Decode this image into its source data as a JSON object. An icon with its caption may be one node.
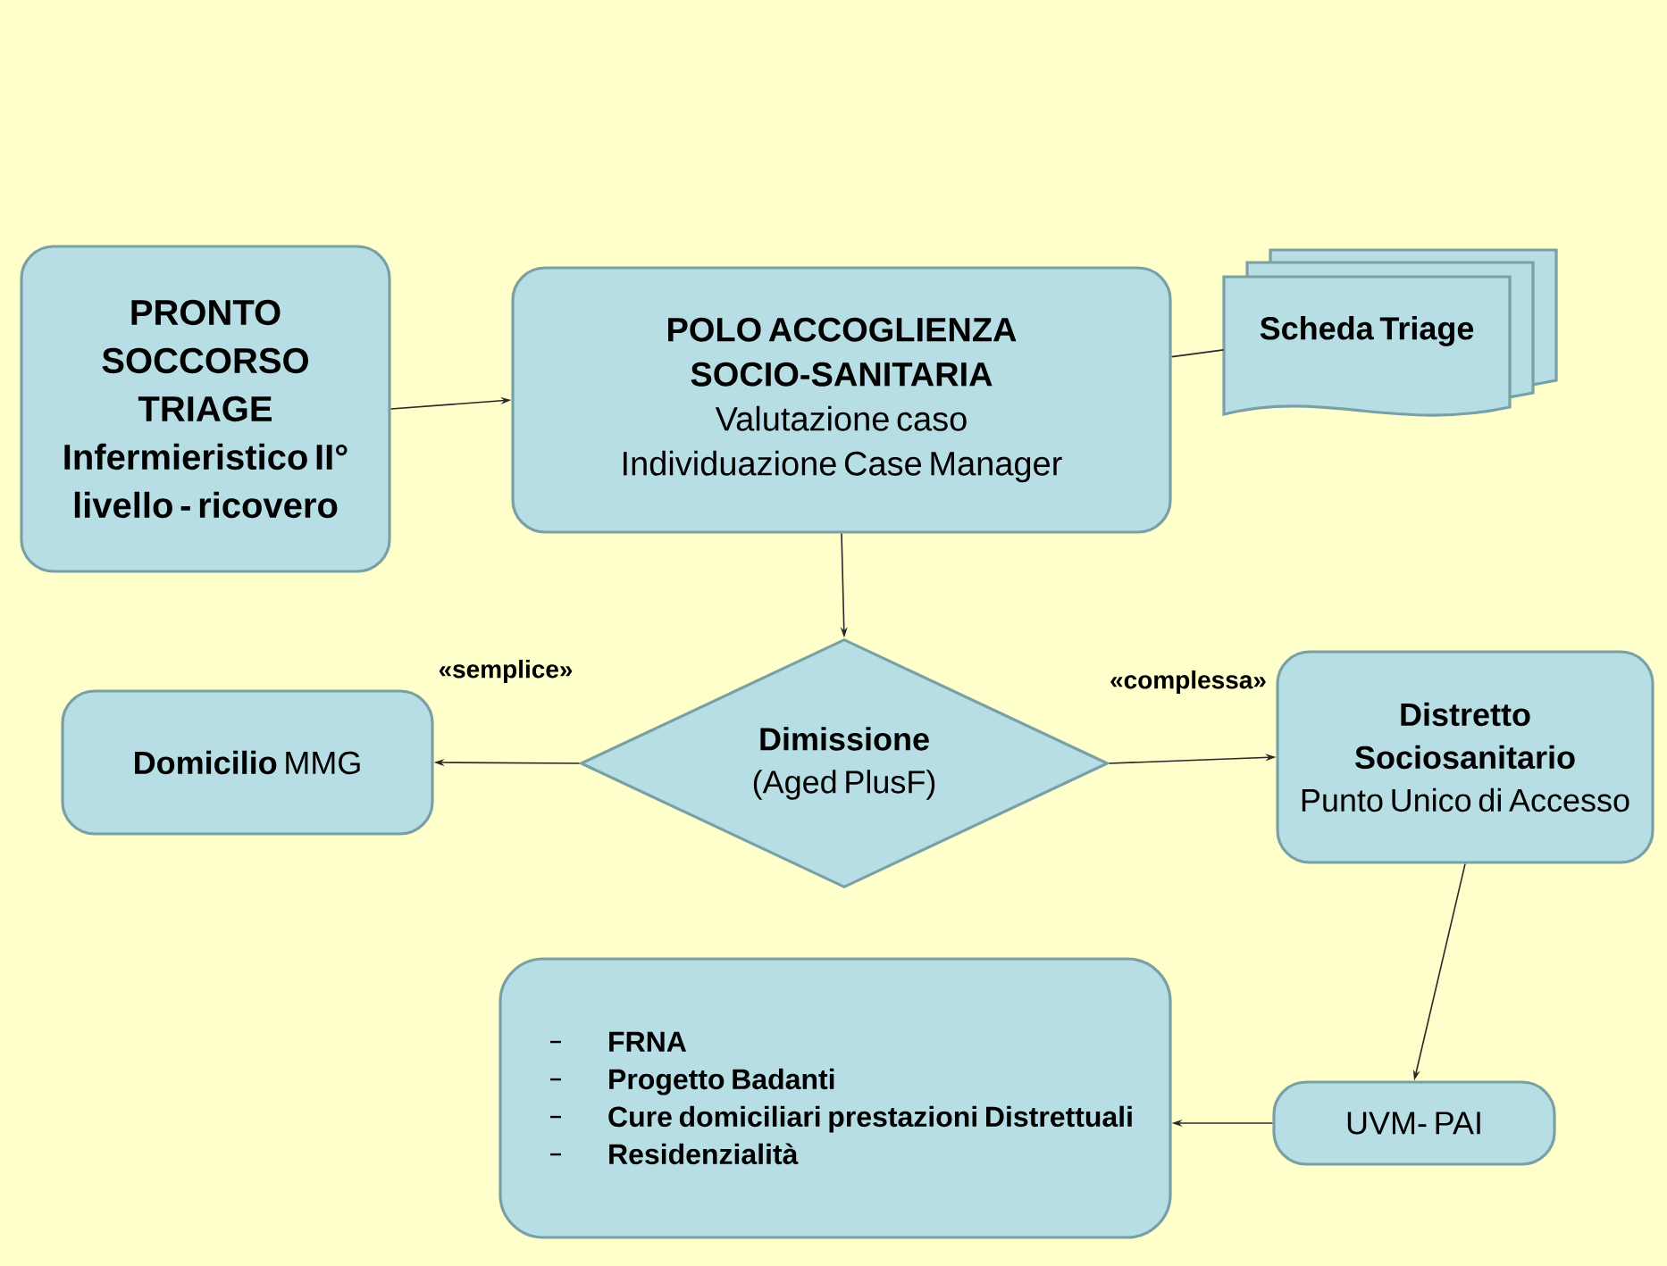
{
  "diagram": {
    "nodes": [
      {
        "text": [
          "PRONTO SOCCORSO TRIAGE Infermieristico II° livello - ricovero"
        ]
      },
      {
        "text": [
          "POLO ACCOGLIENZA SOCIO-SANITARIA",
          "Valutazione caso",
          "Individuazione Case Manager"
        ]
      },
      {
        "text": [
          "Scheda Triage"
        ]
      },
      {
        "text": [
          "Dimissione",
          "(Aged PlusF)"
        ]
      },
      {
        "text": [
          "**Domicilio** MMG"
        ]
      },
      {
        "text": [
          "Distretto Sociosanitario",
          "Punto Unico di Accesso"
        ]
      },
      {
        "text": [
          "FRNA",
          "Progetto Badanti",
          "Cure domiciliari prestazioni Distrettuali",
          "Residenzialità"
        ]
      },
      {
        "text": [
          "UVM- PAI"
        ]
      }
    ],
    "edges": [
      {
        "from": 0,
        "to": 1,
        "arrow": "to"
      },
      {
        "from": 1,
        "to": 2,
        "arrow": "none"
      },
      {
        "from": 1,
        "to": 3,
        "arrow": "to"
      },
      {
        "from": 3,
        "to": 4,
        "arrow": "to",
        "label": "«semplice»"
      },
      {
        "from": 3,
        "to": 5,
        "arrow": "to",
        "label": "«complessa»"
      },
      {
        "from": 5,
        "to": 7,
        "arrow": "to"
      },
      {
        "from": 7,
        "to": 6,
        "arrow": "to"
      }
    ]
  }
}
